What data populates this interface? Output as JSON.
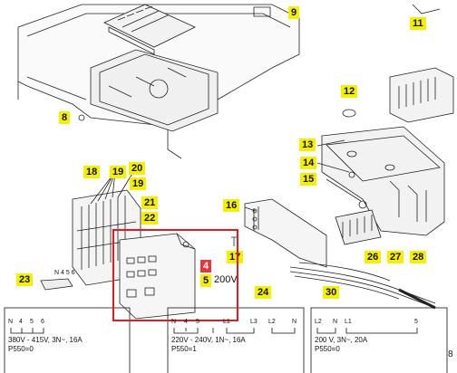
{
  "callouts": {
    "c4": "4",
    "c5": "5",
    "c8": "8",
    "c9": "9",
    "c11": "11",
    "c12": "12",
    "c13": "13",
    "c14": "14",
    "c15": "15",
    "c16": "16",
    "c17": "17",
    "c18": "18",
    "c19a": "19",
    "c19b": "19",
    "c20": "20",
    "c21": "21",
    "c22": "22",
    "c23": "23",
    "c24": "24",
    "c26": "26",
    "c27": "27",
    "c28": "28",
    "c30": "30"
  },
  "voltage_label": "200V",
  "small_labels": {
    "n456": "N 4 5 6"
  },
  "wiring": [
    {
      "terminals": [
        "N",
        "4",
        "5",
        "6"
      ],
      "spec_line1": "380V - 415V, 3N~, 16A",
      "spec_line2": "P550=0"
    },
    {
      "terminals": [
        "N",
        "4",
        "5",
        "L1",
        "L3",
        "L2",
        "N"
      ],
      "spec_line1": "220V - 240V, 1N~, 16A",
      "spec_line2": "P550=1"
    },
    {
      "terminals": [
        "L2",
        "N",
        "L1",
        "5"
      ],
      "spec_line1": "200 V, 3N~, 20A",
      "spec_line2": "P550=0"
    }
  ],
  "page_fragment": "8",
  "colors": {
    "callout": "#f4f000",
    "highlight": "#e01b24",
    "callout_alt": "#e8353a"
  }
}
